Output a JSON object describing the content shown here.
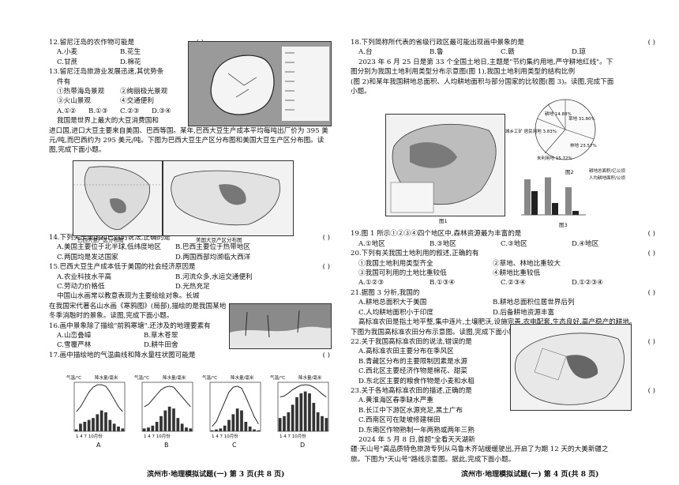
{
  "left": {
    "q12": {
      "stem": "12.留尼汪岛的农作物可能是",
      "paren": "(         )",
      "opts": [
        "A.小麦",
        "B.花生",
        "C.甘蔗",
        "D.棉花"
      ]
    },
    "q13": {
      "stem": "13.留尼汪岛旅游业发展迅速,其优势条",
      "tail": "件有",
      "opts": [
        "①热带海岛景观",
        "②绚丽极光景观",
        "③火山景观",
        "④交通便利"
      ],
      "choices": [
        "A.①②",
        "B.①③",
        "C.②③",
        "D.③④"
      ]
    },
    "intro1": [
      "我国是世界上最大的大豆消费国和",
      "进口国,进口大豆主要来自美国、巴西等国。某年,巴西大豆生产成本平均每吨出厂价为 395 美",
      "元/吨,而巴西约为 295 美元/吨。下图为巴西大豆生产区分布图和美国大豆生产区分布图。读",
      "图,完成下面小题。"
    ],
    "map_caption_brazil": "巴西大豆产区分布图",
    "map_caption_usa": "美国大豆产区分布图",
    "q14": {
      "stem": "14.下列关于美国和巴西的说法,正确的是",
      "paren": "(         )",
      "opts": [
        "A.美国主要位于北半球,低纬度地区",
        "B.巴西主要位于热带地区",
        "C.两国均是发达国家",
        "D.两国西部均濒临大西洋"
      ]
    },
    "q15": {
      "stem": "15.巴西大豆生产成本低于美国的社会经济原因是",
      "paren": "(         )",
      "opts": [
        "A.农业科技水平高",
        "B.河流众多,水运交通便利",
        "C.劳动力价格低",
        "D.光热充足"
      ]
    },
    "intro2": [
      "中国山水画常以教意表现为主要绘绘对象。长城",
      "在我国宋代著名山水画《寒鸦图》(局部),描绘的是我国某地",
      "冬季消融时的景象。读图,完成下面小题。"
    ],
    "q16": {
      "stem": "16.画中景象除了描绘\"前鸦寒塘\".还涉及的地理要素有",
      "paren": "(         )",
      "opts": [
        "A.山峦叠嶂",
        "B.草木苍翠",
        "C.雪覆严林",
        "D.耕牛田舍"
      ]
    },
    "q17": {
      "stem": "17.画中描绘地的气温曲线和降水量柱状图可能是",
      "paren": "(         )"
    },
    "climate_axis_left": "气温/℃",
    "climate_axis_right": "降水量/毫米",
    "climate_months": "1  4  7  10月份",
    "climate_letters": [
      "A",
      "B",
      "C",
      "D"
    ],
    "footer": "滨州市·地理模拟试题(一)   第 3 页(共 8 页)"
  },
  "right": {
    "q18": {
      "stem": "18.下列简称所代表的省级行政区最可能出现画中景象的是",
      "paren": "(         )",
      "opts": [
        "A.台",
        "B.鲁",
        "C.赣",
        "D.琼"
      ]
    },
    "intro3": [
      "2023 年 6 月 25 日是第 33 个全国土地日,主题是\"节约集约用地,严守耕地红线\"。下",
      "图分别为我国土地利用类型分布示意图(图 1),我国土地利用类型的结构比例",
      "(图 2)和某年我国耕地总面积、人均耕地面积与部分国家的比较图(图 3)。读图,完成下面",
      "小题。"
    ],
    "fig1_caption": "图1",
    "fig2_caption": "图2",
    "fig3_caption": "图3",
    "pie_labels": [
      "草地 31.80%",
      "耕地 14.88%",
      "林地 23.57%",
      "城乡工矿 居民用地 3.83%",
      "未利用地 15.72%"
    ],
    "bar_legend": [
      "耕地总面积/亿公顷",
      "人均耕地面积/公顷"
    ],
    "q19": {
      "stem": "19.图 1 所示①②③④四个地区中,森林资源最为丰富的是",
      "paren": "(         )",
      "opts": [
        "A.①地区",
        "B.③地区",
        "C.③地区",
        "D.④地区"
      ]
    },
    "q20": {
      "stem": "20.下列有关我国土地利用的叙述,正确的有",
      "paren": "(         )",
      "opts": [
        "①我国土地利用类型齐全",
        "②草地、林地比重较大",
        "③我国可利用的土地比重较低",
        "④耕地比重较低"
      ],
      "choices": [
        "A.①②③",
        "B.①③④",
        "C.②③④",
        "D.①②③④"
      ]
    },
    "q21": {
      "stem": "21.据图 3 分析,我国的",
      "paren": "(         )",
      "opts": [
        "A.耕地总面积大于美国",
        "B.耕地总面积位居世界后列",
        "C.人均耕地面积小于印度",
        "D.后备耕地资源丰富"
      ]
    },
    "intro4": [
      "高标准农田是指土地平整,集中连片,土壤肥沃,设施完善,农电配套,生态良好,高产稳产的耕地。",
      "下图为我国高标准农田分布示意图。读图,完成下面小题。"
    ],
    "q22": {
      "stem": "22.关于我国高标准农田的说法,错误的是",
      "paren": "(         )",
      "opts": [
        "A.高标准农田主要分布在季风区",
        "B.青藏区分布的主要限制因素是水源",
        "C.西北区主要经济作物是棉花、甜菜",
        "D.东北区主要的粮食作物是小麦和水稻"
      ]
    },
    "q23": {
      "stem": "23.关于各地高标准农田的描述,正确的是",
      "paren": "(         )",
      "opts": [
        "A.黄淮海区春季缺水严重",
        "B.长江中下游区水源充足,黑土广布",
        "C.西南区可在陡坡修建梯田",
        "D.东南区作物熟制一年两熟或两年三熟"
      ]
    },
    "intro5": [
      "2024 年 5 月 8 日,首超\"全看天天湖新",
      "疆·天山号\"高品质特色旅游专列从乌鲁木齐站缓缓驶出,开启了为期 12 天的大美新疆之",
      "旅。下图为\"天山号\"路线示意图。据此,完成下面小题。"
    ],
    "footer": "滨州市·地理模拟试题(一)   第 4 页(共 8 页)"
  }
}
